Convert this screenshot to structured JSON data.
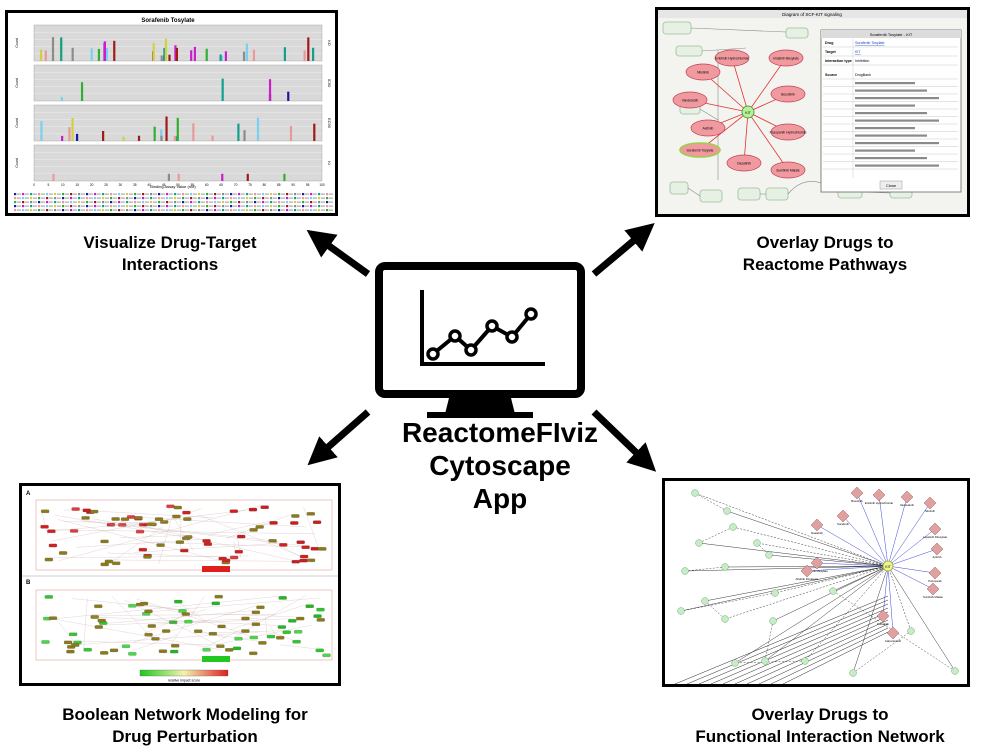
{
  "center": {
    "line1": "ReactomeFIviz",
    "line2": "Cytoscape",
    "line3": "App"
  },
  "captions": {
    "top_left": [
      "Visualize Drug-Target",
      "Interactions"
    ],
    "top_right": [
      "Overlay Drugs to",
      "Reactome Pathways"
    ],
    "bottom_left": [
      "Boolean Network Modeling for",
      "Drug Perturbation"
    ],
    "bottom_right": [
      "Overlay Drugs to",
      "Functional Interaction Network"
    ]
  },
  "chart_panel": {
    "title": "Sorafenib Tosylate",
    "xlabel": "Binding Assay Value (nM)",
    "ylabel": "Count",
    "facet_labels": [
      "KD",
      "IC50",
      "EC50",
      "Ki"
    ],
    "x_ticks": [
      "0",
      "5",
      "10",
      "15",
      "20",
      "25",
      "30",
      "35",
      "40",
      "45",
      "50",
      "55",
      "60",
      "65",
      "70",
      "75",
      "80",
      "85",
      "90",
      "95",
      "100"
    ]
  },
  "pathway_panel": {
    "window_title": "Diagram of SCF-KIT signaling",
    "dialog_title": "Sorafenib Tosylate - KIT",
    "drugs": [
      "Nilotinib",
      "Erlotinib Hydrochloride",
      "Imatinib Mesylate",
      "Bosutinib",
      "Pazopanib Hydrochloride",
      "Sunitinib Malate",
      "Dasatinib",
      "Axitinib",
      "Sorafenib Tosylate",
      "Vandetanib"
    ],
    "target_node": "KIT",
    "table_rows": [
      {
        "k": "Drug",
        "v": "Sorafenib Tosylate"
      },
      {
        "k": "Target",
        "v": "KIT"
      },
      {
        "k": "Interaction type",
        "v": "Inhibition"
      },
      {
        "k": "Source",
        "v": "DrugBank"
      }
    ],
    "close_label": "Close"
  },
  "boolean_panel": {
    "label_a": "A",
    "label_b": "B",
    "legend_label": "relative impact score"
  },
  "fi_panel": {
    "hub": "KIT",
    "drugs": [
      "Bosutinib",
      "Erlotinib Hydrochloride",
      "Vandetanib",
      "Nilotinib",
      "Sorafenib",
      "Dasatinib",
      "Lapatinib Ditosylate",
      "Axitinib",
      "Imatinib Mesylate",
      "Pazopanib",
      "Sunitinib Malate",
      "Afatinib Dimaleate",
      "Ponatinib",
      "Cabozantinib"
    ]
  }
}
